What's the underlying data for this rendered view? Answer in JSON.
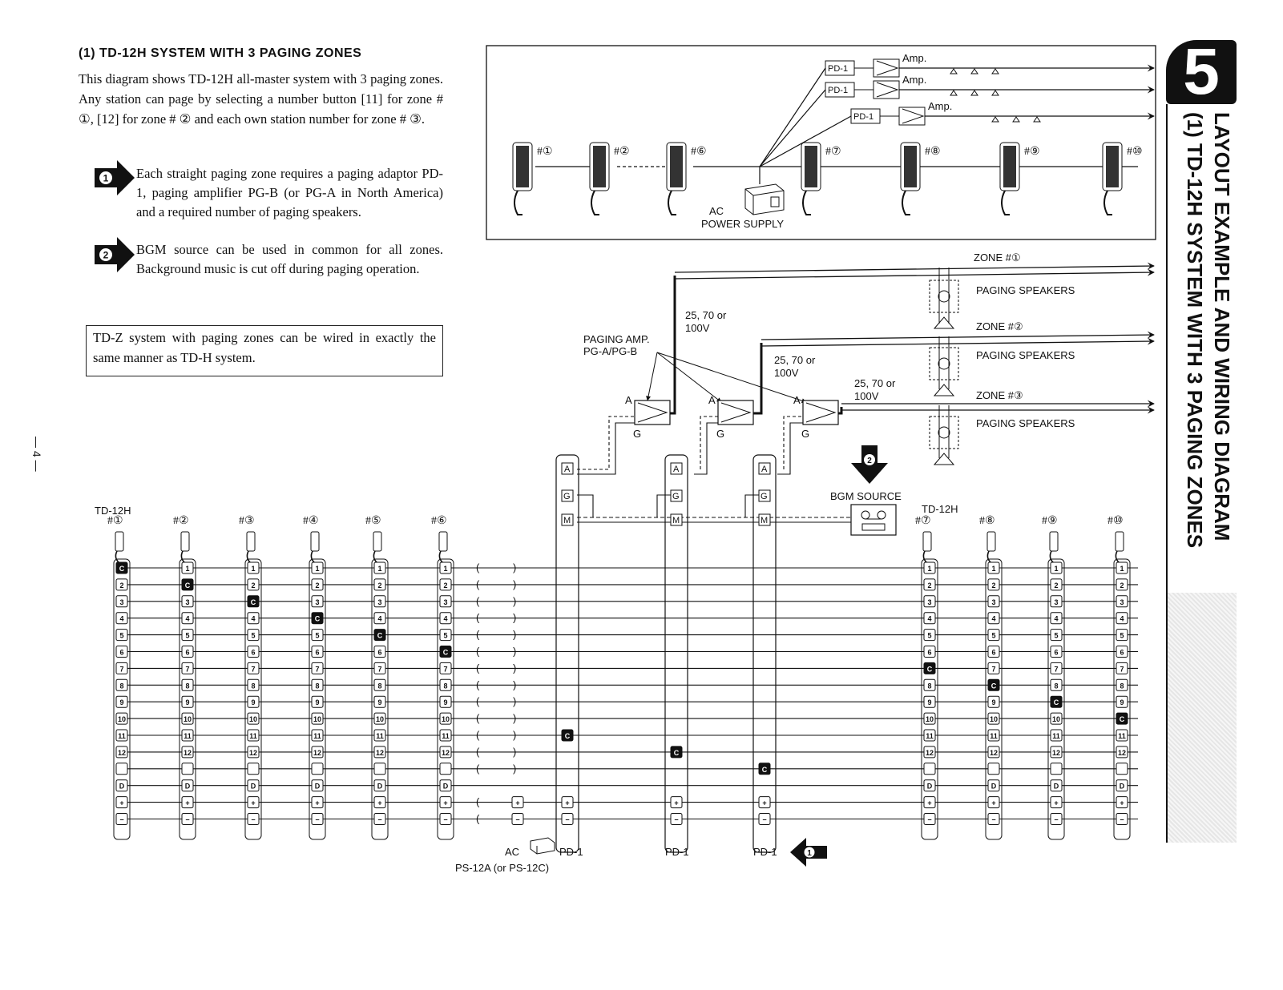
{
  "title": "(1) TD-12H SYSTEM WITH 3 PAGING ZONES",
  "intro": "This diagram shows TD-12H all-master system with 3 paging zones. Any station can page by selecting a number button [11] for zone # ①, [12] for zone # ② and each own station number for zone # ③.",
  "notes": [
    {
      "badge": "1",
      "text": "Each straight paging zone requires a paging adaptor PD-1, paging amplifier PG-B (or PG-A in North America) and a required number of paging speakers."
    },
    {
      "badge": "2",
      "text": "BGM source can be used in common for all zones. Background music is cut off during paging operation."
    }
  ],
  "box_note": "TD-Z system with paging zones can be wired in exactly the same manner as TD-H system.",
  "page_number": "— 4 —",
  "side_banner": {
    "number": "5",
    "title_line1": "LAYOUT EXAMPLE AND WIRING DIAGRAM",
    "title_line2": "(1) TD-12H SYSTEM WITH 3 PAGING ZONES"
  },
  "overview": {
    "pd_labels": [
      "PD-1",
      "PD-1",
      "PD-1"
    ],
    "amp_labels": [
      "Amp.",
      "Amp.",
      "Amp."
    ],
    "stations": [
      "#①",
      "#②",
      "#⑥",
      "#⑦",
      "#⑧",
      "#⑨",
      "#⑩"
    ],
    "ac_label": "AC",
    "power_supply_label": "POWER SUPPLY"
  },
  "wiring": {
    "zones": [
      "ZONE #①",
      "ZONE #②",
      "ZONE #③"
    ],
    "paging_speakers": "PAGING SPEAKERS",
    "voltage_label_1": "25, 70 or",
    "voltage_label_2": "100V",
    "paging_amp_1": "PAGING AMP.",
    "paging_amp_2": "PG-A/PG-B",
    "amp_terminal_a": "A",
    "amp_terminal_g": "G",
    "bgm_source": "BGM SOURCE",
    "bgm_badge": "2",
    "pd_badge": "1",
    "td12h_label": "TD-12H",
    "left_stations": [
      "#①",
      "#②",
      "#③",
      "#④",
      "#⑤",
      "#⑥"
    ],
    "right_stations": [
      "#⑦",
      "#⑧",
      "#⑨",
      "#⑩"
    ],
    "pd_label": "PD-1",
    "pd_terminals": [
      "A",
      "G",
      "M"
    ],
    "ac_label": "AC",
    "ps_label": "PS-12A (or PS-12C)",
    "terminal_labels": [
      "1",
      "2",
      "3",
      "4",
      "5",
      "6",
      "7",
      "8",
      "9",
      "10",
      "11",
      "12",
      "",
      "D",
      "+",
      "−"
    ],
    "common_label": "C"
  }
}
